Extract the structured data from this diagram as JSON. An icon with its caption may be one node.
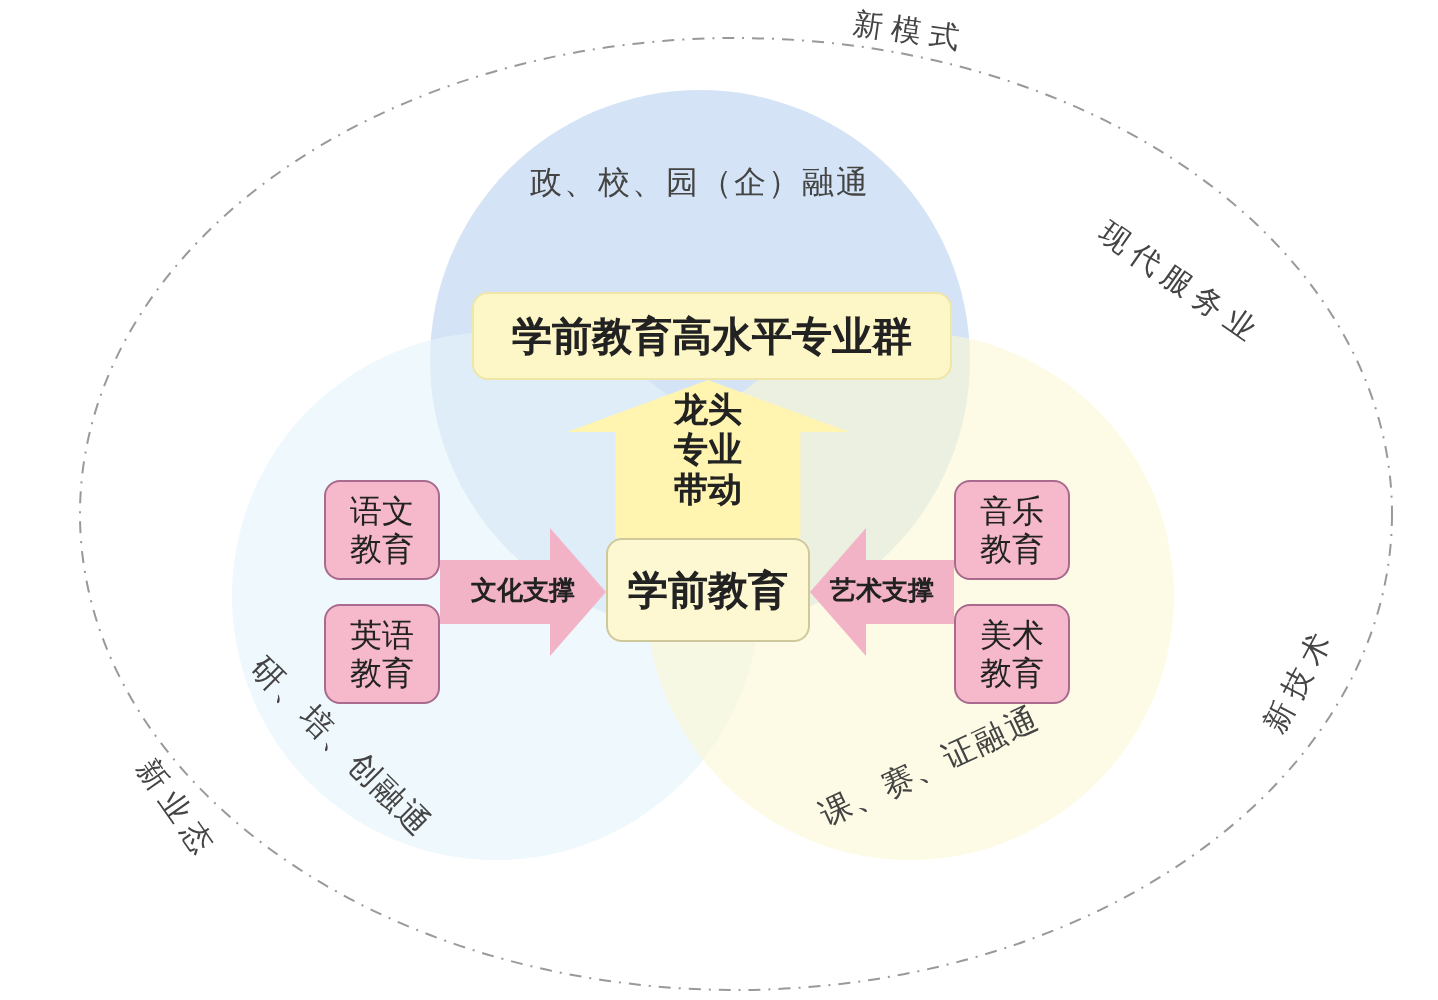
{
  "diagram": {
    "nodes": [
      {
        "text": [
          "学前教育高水平专业群"
        ]
      },
      {
        "text": [
          "语文教育"
        ]
      },
      {
        "text": [
          "英语教育"
        ]
      },
      {
        "text": [
          "学前教育"
        ]
      },
      {
        "text": [
          "音乐教育"
        ]
      },
      {
        "text": [
          "美术教育"
        ]
      }
    ],
    "edges": [
      {
        "from": 3,
        "to": 0,
        "arrow": "to",
        "label": "龙头专业带动",
        "style": "thick",
        "color": "#fff4b0"
      },
      {
        "from": 1,
        "to": 3,
        "arrow": "to",
        "label": "文化支撑"
      },
      {
        "from": 2,
        "to": 3,
        "arrow": "to"
      },
      {
        "from": 4,
        "to": 3,
        "arrow": "to",
        "label": "艺术支撑"
      },
      {
        "from": 5,
        "to": 3,
        "arrow": "to"
      }
    ],
    "labels": [
      "新模式",
      "政、校、园（企）融通",
      "现代服务业",
      "新技术",
      "研、培、创融通",
      "课、赛、证融通",
      "新业态"
    ]
  }
}
